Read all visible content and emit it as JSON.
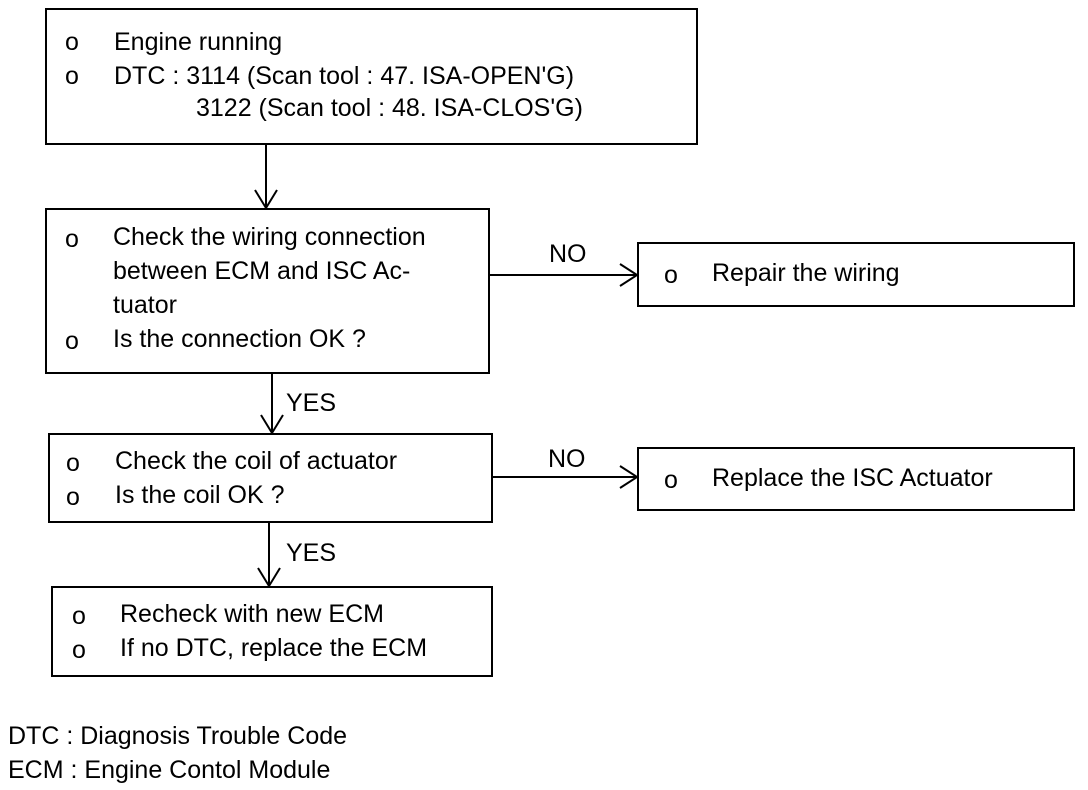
{
  "bullet": "o",
  "box1": {
    "line1": "Engine running",
    "line2": "DTC : 3114 (Scan tool : 47. ISA-OPEN'G)",
    "line3": "3122 (Scan tool : 48. ISA-CLOS'G)"
  },
  "box2": {
    "line1": "Check the wiring connection",
    "line2": "between ECM and ISC Ac-",
    "line3": "tuator",
    "line4": "Is the connection OK ?"
  },
  "box3": {
    "line1": "Repair the wiring"
  },
  "box4": {
    "line1": "Check the coil of actuator",
    "line2": "Is the coil OK ?"
  },
  "box5": {
    "line1": "Replace the ISC Actuator"
  },
  "box6": {
    "line1": "Recheck with new ECM",
    "line2": "If no DTC, replace the ECM"
  },
  "labels": {
    "no1": "NO",
    "yes1": "YES",
    "no2": "NO",
    "yes2": "YES"
  },
  "legend": {
    "line1": "DTC : Diagnosis Trouble Code",
    "line2": "ECM : Engine Contol Module"
  }
}
